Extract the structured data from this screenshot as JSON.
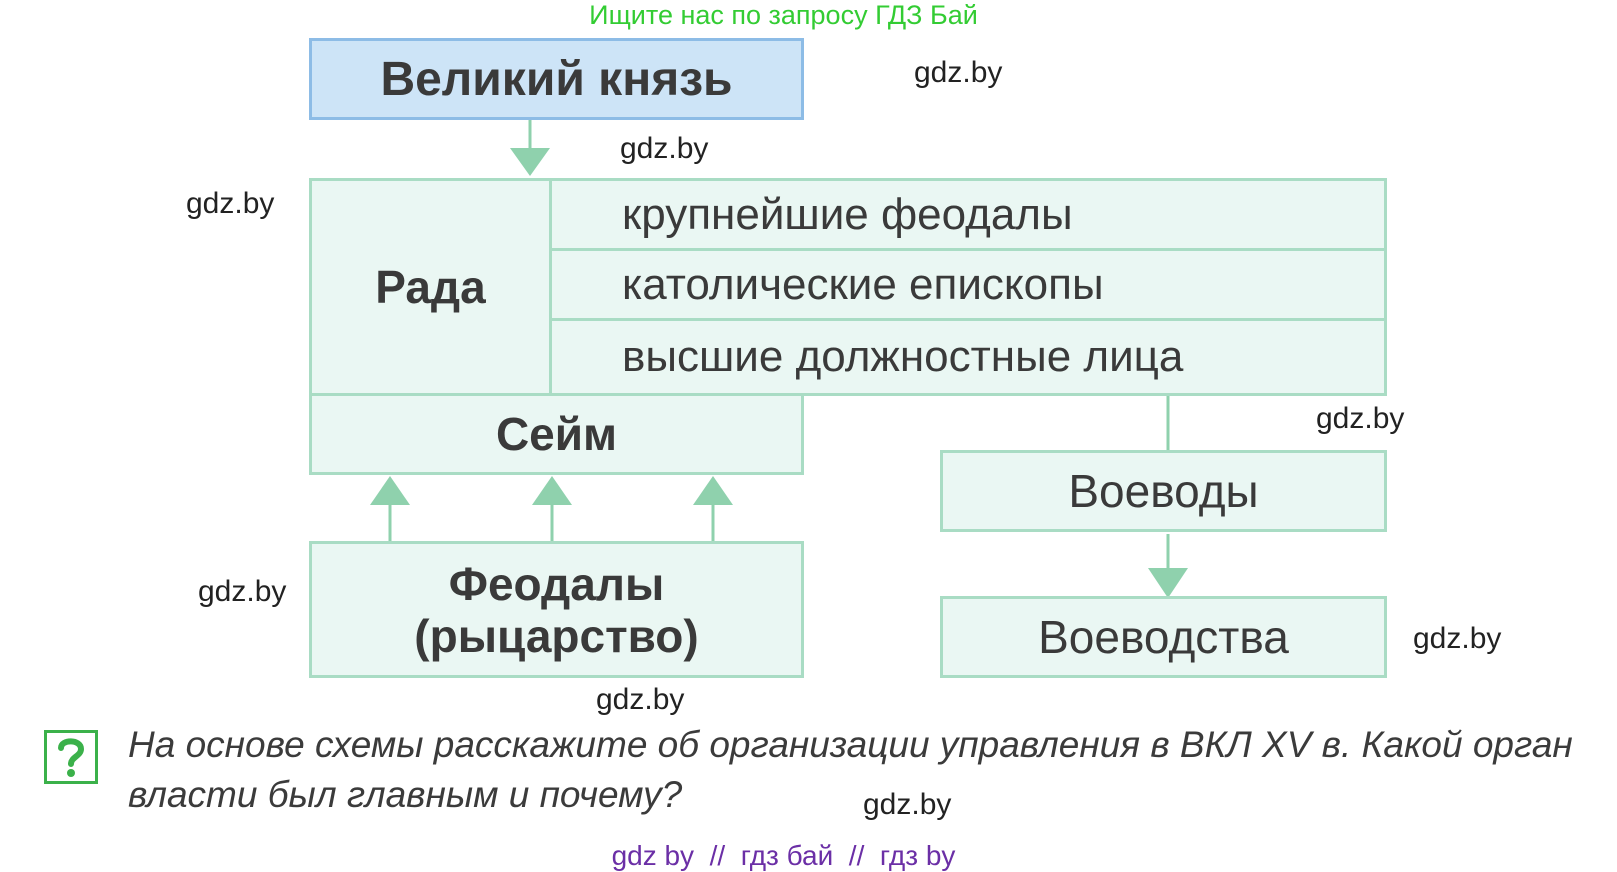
{
  "header": {
    "search_hint": "Ищите нас по запросу ГДЗ Бай"
  },
  "diagram": {
    "grand_prince": "Великий князь",
    "rada": {
      "label": "Рада",
      "members": [
        "крупнейшие феодалы",
        "католические епископы",
        "высшие должностные лица"
      ]
    },
    "sejm": "Сейм",
    "feudals_line1": "Феодалы",
    "feudals_line2": "(рыцарство)",
    "voivodes": "Воеводы",
    "voivodeships": "Воеводства"
  },
  "watermarks": {
    "w1": "gdz.by",
    "w2": "gdz.by",
    "w3": "gdz.by",
    "w4": "gdz.by",
    "w5": "gdz.by",
    "w6": "gdz.by",
    "w7": "gdz.by",
    "w8": "gdz.by"
  },
  "question": {
    "icon": "question-mark-icon",
    "line1": "На основе схемы расскажите об организации управления в ВКЛ XV в. Какой орган",
    "line2": "власти был главным и почему?"
  },
  "footer": {
    "links": "gdz by  //  гдз бай  //  гдз by"
  },
  "colors": {
    "green_border": "#a9dcc4",
    "green_fill": "#eaf7f3",
    "blue_fill": "#cde4f7",
    "blue_border": "#8dbce6",
    "arrow": "#8fd1ad"
  }
}
